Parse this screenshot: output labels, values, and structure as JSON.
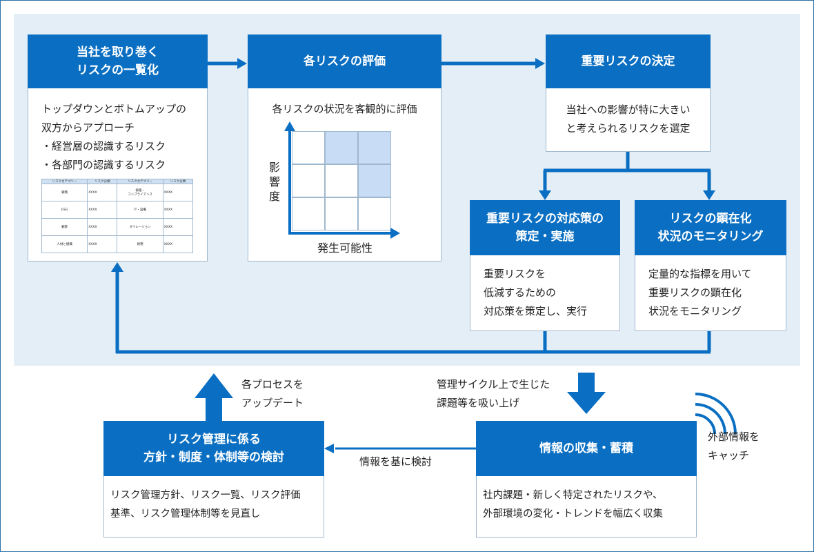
{
  "colors": {
    "accent": "#0a6fc2",
    "panel": "#e4eef7",
    "highlight": "#c9dcf5"
  },
  "box1": {
    "title": "当社を取り巻く\nリスクの一覧化",
    "body": "トップダウンとボトムアップの\n双方からアプローチ\n・経営層の認識するリスク\n・各部門の認識するリスク"
  },
  "mini_table": {
    "headers": [
      "リスクカテゴリー",
      "リスク分類",
      "リスクカテゴリー",
      "リスク分類"
    ],
    "rows": [
      [
        "戦略",
        "XXXX",
        "倫理・\nコンプライアンス",
        "XXXX"
      ],
      [
        "ESG",
        "XXXX",
        "IT・設備",
        "XXXX"
      ],
      [
        "顧客",
        "XXXX",
        "オペレーション",
        "XXXX"
      ],
      [
        "人材と組織",
        "XXXX",
        "財務",
        "XXXX"
      ]
    ]
  },
  "box2": {
    "title": "各リスクの評価",
    "body": "各リスクの状況を客観的に評価",
    "y_axis": "影\n響\n度",
    "x_axis": "発生可能性"
  },
  "box3": {
    "title": "重要リスクの決定",
    "body": "当社への影響が特に大きい\nと考えられるリスクを選定"
  },
  "box4": {
    "title": "重要リスクの対応策の\n策定・実施",
    "body": "重要リスクを\n低減するための\n対応策を策定し、実行"
  },
  "box5": {
    "title": "リスクの顕在化\n状況のモニタリング",
    "body": "定量的な指標を用いて\n重要リスクの顕在化\n状況をモニタリング"
  },
  "box6": {
    "title": "リスク管理に係る\n方針・制度・体制等の検討",
    "body": "リスク管理方針、リスク一覧、リスク評価\n基準、リスク管理体制等を見直し"
  },
  "box7": {
    "title": "情報の収集・蓄積",
    "body": "社内課題・新しく特定されたリスクや、\n外部環境の変化・トレンドを幅広く収集"
  },
  "labels": {
    "update": "各プロセスを\nアップデート",
    "absorb": "管理サイクル上で生じた\n課題等を吸い上げ",
    "review": "情報を基に検討",
    "external": "外部情報を\nキャッチ"
  }
}
